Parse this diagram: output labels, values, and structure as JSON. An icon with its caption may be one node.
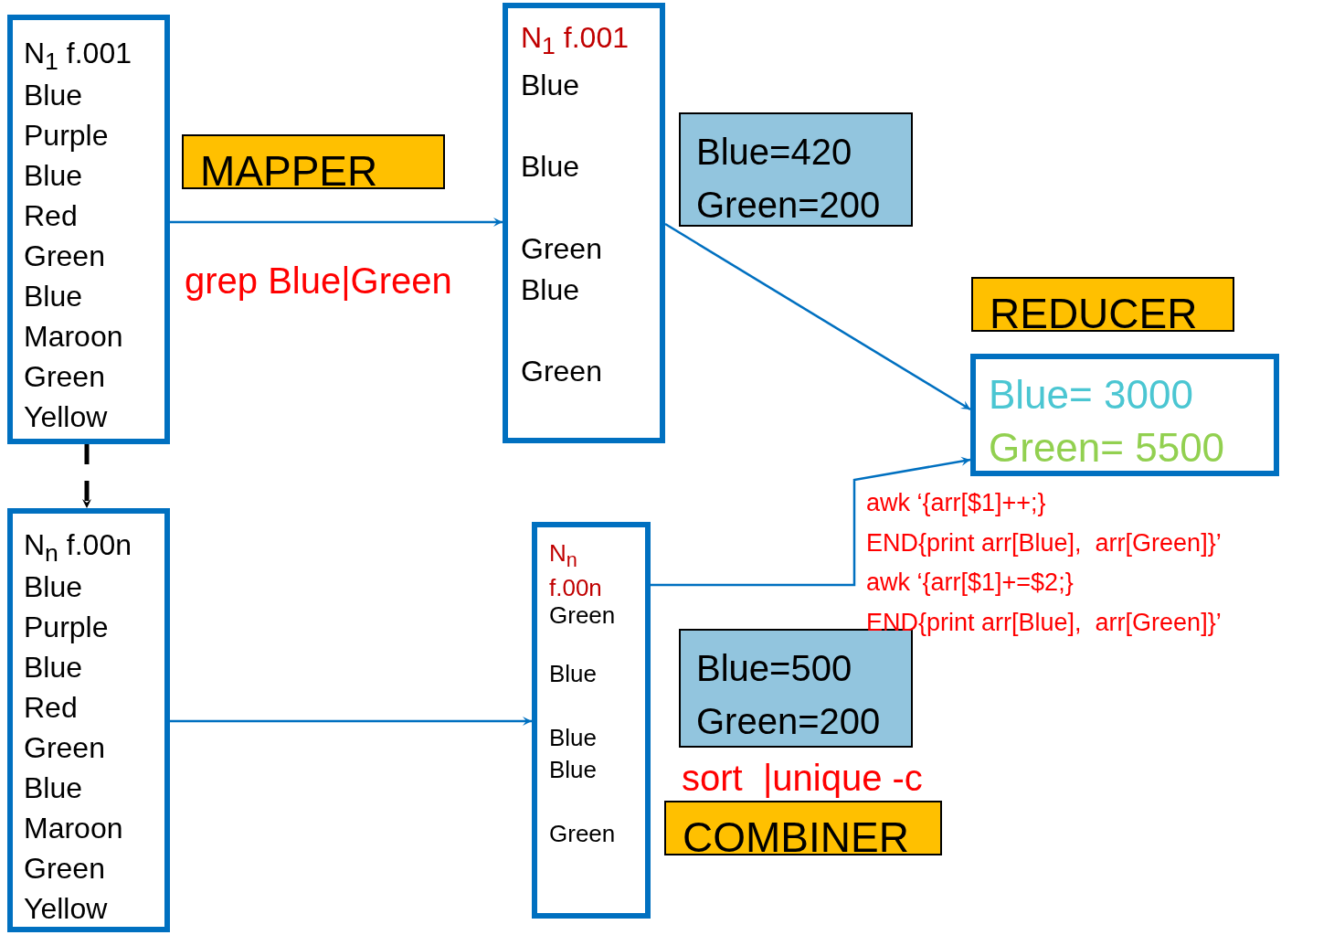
{
  "diagram": {
    "nodes": [
      {
        "text": [
          "N$_{1}$ f.001",
          "Blue",
          "Purple",
          "Blue",
          "Red",
          "Green",
          "Blue",
          "Maroon",
          "Green",
          "Yellow"
        ]
      },
      {
        "text": [
          "N$_{n}$ f.00n",
          "Blue",
          "Purple",
          "Blue",
          "Red",
          "Green",
          "Blue",
          "Maroon",
          "Green",
          "Yellow"
        ]
      },
      {
        "text": [
          "N$_{1}$ f.001",
          "Blue",
          "Blue",
          "Green",
          "Blue",
          "Green"
        ]
      },
      {
        "text": [
          "N$_{n}$ f.00n",
          "Green",
          "Blue",
          "Blue",
          "Blue",
          "Green"
        ]
      },
      {
        "text": [
          "Blue=420",
          "Green=200"
        ]
      },
      {
        "text": [
          "Blue=500",
          "Green=200"
        ]
      },
      {
        "text": [
          "Blue= 3000",
          "Green= 5500"
        ]
      },
      {
        "text": [
          "MAPPER"
        ]
      },
      {
        "text": [
          "REDUCER"
        ]
      },
      {
        "text": [
          "COMBINER"
        ]
      }
    ],
    "edges": [
      {
        "from": 0,
        "to": 2,
        "arrow": "to"
      },
      {
        "from": 1,
        "to": 3,
        "arrow": "to"
      },
      {
        "from": 0,
        "to": 1,
        "arrow": "to",
        "style": "dashed",
        "color": "#000000"
      },
      {
        "from": 2,
        "to": 6,
        "arrow": "to"
      },
      {
        "from": 3,
        "to": 6,
        "arrow": "to"
      }
    ],
    "labels": [
      "grep Blue|Green",
      "awk ‘{arr[$1]++;}",
      "END{print arr[Blue],  arr[Green]}’",
      "awk ‘{arr[$1]+=$2;}",
      "END{print arr[Blue],  arr[Green]}’",
      "sort  |unique -c"
    ]
  }
}
